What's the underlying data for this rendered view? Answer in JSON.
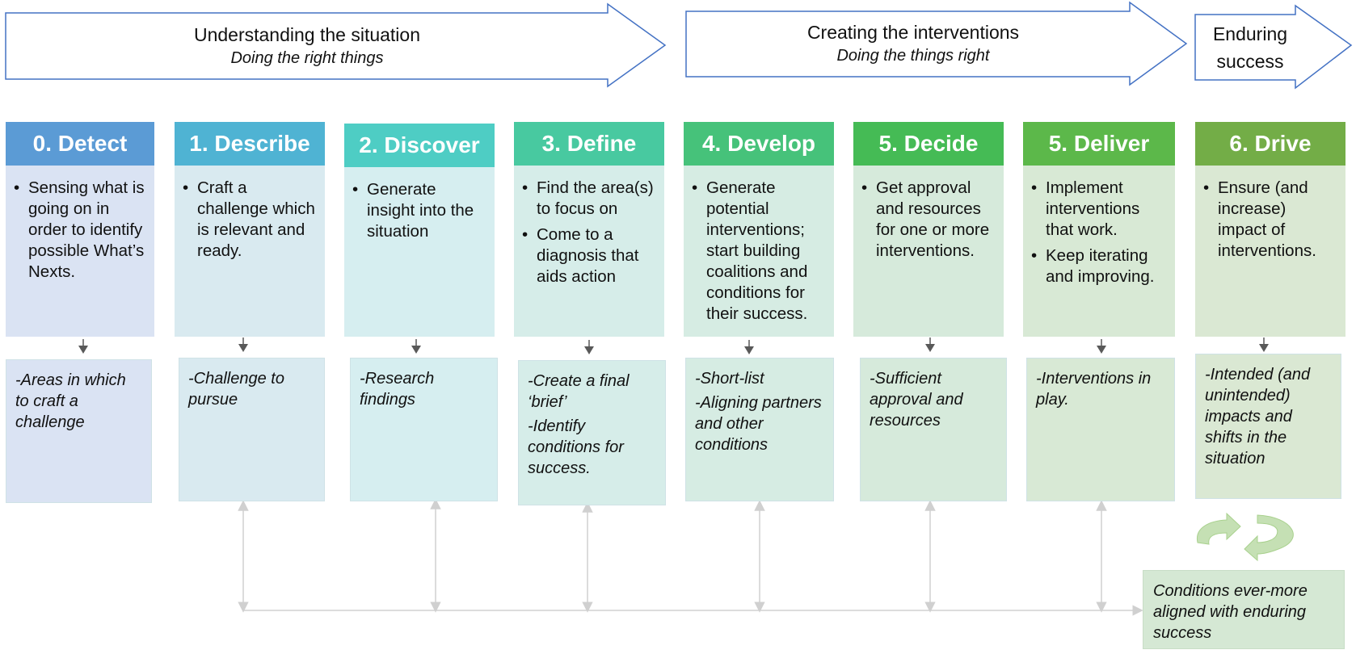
{
  "phases": [
    {
      "title": "Understanding the situation",
      "subtitle": "Doing the right things"
    },
    {
      "title": "Creating the interventions",
      "subtitle": "Doing the things right"
    },
    {
      "title": "Enduring success",
      "subtitle": ""
    }
  ],
  "stages": [
    {
      "title": "0. Detect",
      "color": "#5b9bd5",
      "body_color": "#dae3f3",
      "bullets": [
        "Sensing what is going on in order to identify possible What’s Nexts."
      ],
      "outputs": [
        "-Areas in which to craft a challenge"
      ]
    },
    {
      "title": "1. Describe",
      "color": "#4fb3d3",
      "body_color": "#d9eaf0",
      "bullets": [
        "Craft a challenge which is relevant and ready."
      ],
      "outputs": [
        "-Challenge to pursue"
      ]
    },
    {
      "title": "2. Discover",
      "color": "#4ecdc4",
      "body_color": "#d6eef0",
      "bullets": [
        "Generate insight into the situation"
      ],
      "outputs": [
        "-Research findings"
      ]
    },
    {
      "title": "3. Define",
      "color": "#48c9a0",
      "body_color": "#d6ede9",
      "bullets": [
        "Find the area(s) to focus on",
        "Come to a diagnosis that aids action"
      ],
      "outputs": [
        "-Create a final ‘brief’",
        "-Identify conditions for success."
      ]
    },
    {
      "title": "4. Develop",
      "color": "#46c27a",
      "body_color": "#d6ece3",
      "bullets": [
        "Generate potential interventions; start building coalitions and conditions for their success."
      ],
      "outputs": [
        "-Short-list",
        "-Aligning partners and other conditions"
      ]
    },
    {
      "title": "5. Decide",
      "color": "#45bb55",
      "body_color": "#d6eadb",
      "bullets": [
        "Get approval and resources for one or more interventions."
      ],
      "outputs": [
        "-Sufficient approval and resources"
      ]
    },
    {
      "title": "5. Deliver",
      "color": "#5cb84a",
      "body_color": "#d8e9d5",
      "bullets": [
        "Implement interventions that work.",
        "Keep iterating and improving."
      ],
      "outputs": [
        "-Interventions in play."
      ]
    },
    {
      "title": "6. Drive",
      "color": "#73ad47",
      "body_color": "#dae8d3",
      "bullets": [
        "Ensure (and increase) impact of interventions."
      ],
      "outputs": [
        "-Intended (and unintended) impacts and shifts in the situation"
      ]
    }
  ],
  "final_box": {
    "text": "Conditions ever-more aligned with enduring success"
  },
  "colors": {
    "arrow_outline": "#4472c4",
    "connector": "#d0d0d0",
    "small_arrow": "#595959",
    "cycle_arrow": "#c5e0b4"
  }
}
